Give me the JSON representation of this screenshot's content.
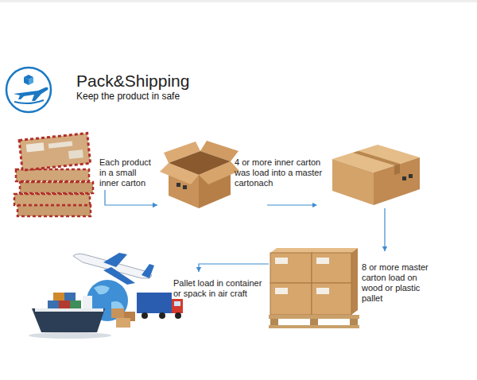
{
  "diagram": {
    "title": "Pack&Shipping",
    "nodes": [
      {
        "text": [
          "Each product in a small inner carton"
        ]
      },
      {
        "text": [
          "4 or more inner carton was load into a master cartonach"
        ]
      },
      {
        "text": [
          "8 or more master carton load on wood or plastic pallet"
        ]
      },
      {
        "text": [
          "Pallet load in container or spack in air craft"
        ]
      }
    ],
    "edges": [
      {
        "from": 0,
        "to": 1,
        "arrow": "to"
      },
      {
        "from": 1,
        "to": 2,
        "arrow": "to"
      },
      {
        "from": 2,
        "to": 3,
        "arrow": "to"
      }
    ],
    "labels": [
      "Keep the product in safe"
    ]
  }
}
